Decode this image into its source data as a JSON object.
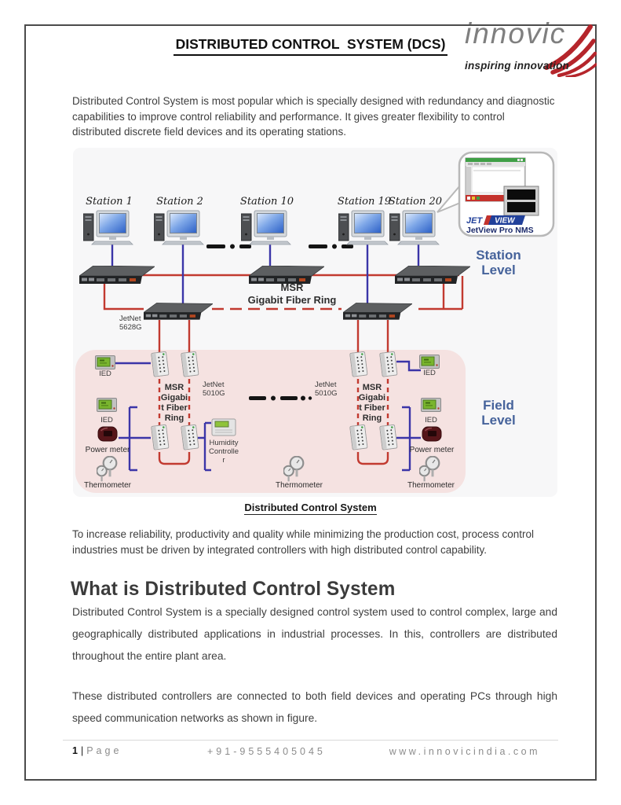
{
  "header": {
    "title": "DISTRIBUTED CONTROL  SYSTEM (DCS)"
  },
  "logo": {
    "brand": "innovic",
    "tagline": "inspiring innovation"
  },
  "body": {
    "paragraph_1": "Distributed Control System is most popular which is specially designed with redundancy and diagnostic capabilities to improve control reliability and performance. It gives greater flexibility to control distributed discrete field devices and its operating stations.",
    "paragraph_2": "To increase reliability, productivity and quality while minimizing the production cost, process control industries must be driven by integrated controllers with high distributed control capability.",
    "heading": "What is Distributed Control System",
    "paragraph_3": "Distributed Control System is a specially designed control system used to control complex, large and geographically distributed applications in industrial processes. In this, controllers are distributed throughout the entire plant area.",
    "paragraph_4": "These distributed controllers are connected to both field devices and operating PCs through high speed communication networks as shown in figure."
  },
  "figure": {
    "caption": "Distributed Control System",
    "stations": [
      {
        "label": "Station 1"
      },
      {
        "label": "Station 2"
      },
      {
        "label": "Station 10"
      },
      {
        "label": "Station 19"
      },
      {
        "label": "Station 20"
      }
    ],
    "station_level": [
      "Station",
      "Level"
    ],
    "field_level": [
      "Field",
      "Level"
    ],
    "ring_core": [
      "MSR",
      "Gigabit Fiber Ring"
    ],
    "switch_core": [
      "JetNet",
      "5628G"
    ],
    "switch_field": [
      "JetNet",
      "5010G"
    ],
    "ring_field": [
      "MSR",
      "Gigabi",
      "t Fiber",
      "Ring"
    ],
    "devices": {
      "ied": "IED",
      "power_meter": "Power meter",
      "thermometer": "Thermometer",
      "humidity": [
        "Humidity",
        "Controlle",
        "r"
      ]
    },
    "callout": {
      "jet": "JET",
      "view": "VIEW",
      "product": "JetView Pro NMS"
    }
  },
  "footer": {
    "page_number": "1",
    "separator": "|",
    "page_word": "Page",
    "phone": "+91-9555405045",
    "website": "www.innovicindia.com"
  },
  "colors": {
    "brand_red": "#b5252b",
    "diagram_red": "#c23a30",
    "diagram_blue": "#3b35a8",
    "level_label_blue": "#46639b",
    "field_bg_pink": "#f5e2e1",
    "page_border": "#4b4b4b"
  }
}
